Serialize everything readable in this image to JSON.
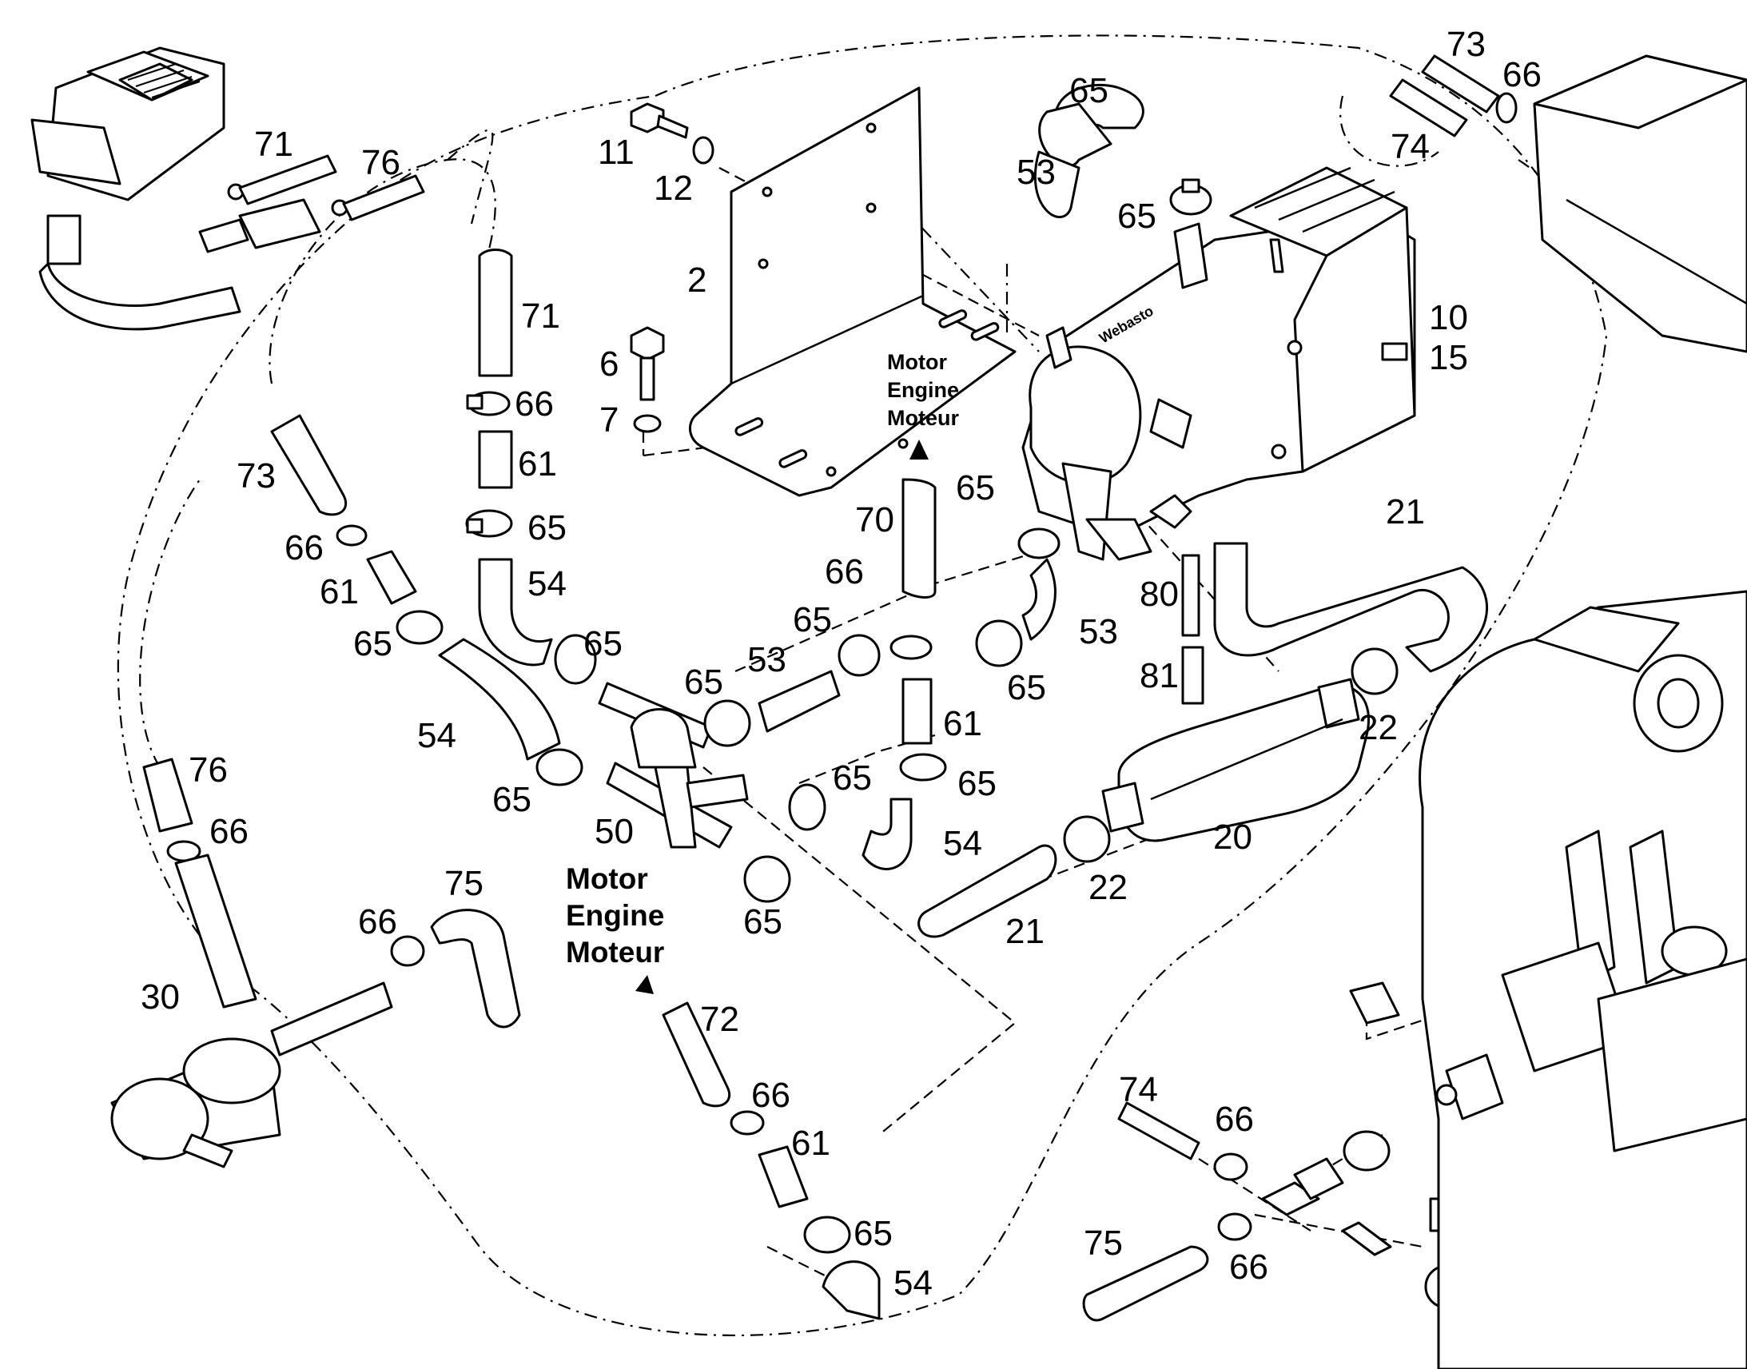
{
  "callouts": {
    "c73_tr": "73",
    "c66_tr": "66",
    "c74_tr": "74",
    "c65_top": "65",
    "c53_top": "53",
    "c65_top2": "65",
    "c11": "11",
    "c12": "12",
    "c2": "2",
    "c6": "6",
    "c7": "7",
    "c71_tl": "71",
    "c76_tl": "76",
    "c71": "71",
    "c66_a": "66",
    "c61_a": "61",
    "c65_a": "65",
    "c54_a": "54",
    "c73": "73",
    "c66_b": "66",
    "c61_b": "61",
    "c65_b": "65",
    "c54_b": "54",
    "c65_c": "65",
    "c65_d": "65",
    "c65_e": "65",
    "c53_mid": "53",
    "c66_c": "66",
    "c65_f": "65",
    "c70": "70",
    "c65_g": "65",
    "c61_c": "61",
    "c65_h": "65",
    "c54_c": "54",
    "c65_i": "65",
    "c50": "50",
    "c65_j": "65",
    "c53_r": "53",
    "c65_k": "65",
    "c10": "10",
    "c15": "15",
    "c21_top": "21",
    "c80": "80",
    "c81": "81",
    "c22_r": "22",
    "c20": "20",
    "c22_b": "22",
    "c21_b": "21",
    "c76": "76",
    "c66_d": "66",
    "c75": "75",
    "c66_e": "66",
    "c30": "30",
    "c72": "72",
    "c66_f": "66",
    "c61_d": "61",
    "c65_l": "65",
    "c54_d": "54",
    "c74_b": "74",
    "c66_g": "66",
    "c75_b": "75",
    "c66_h": "66"
  },
  "engine_label_small": {
    "line1": "Motor",
    "line2": "Engine",
    "line3": "Moteur"
  },
  "engine_label_big": {
    "line1": "Motor",
    "line2": "Engine",
    "line3": "Moteur"
  },
  "heater_brand": "Webasto"
}
